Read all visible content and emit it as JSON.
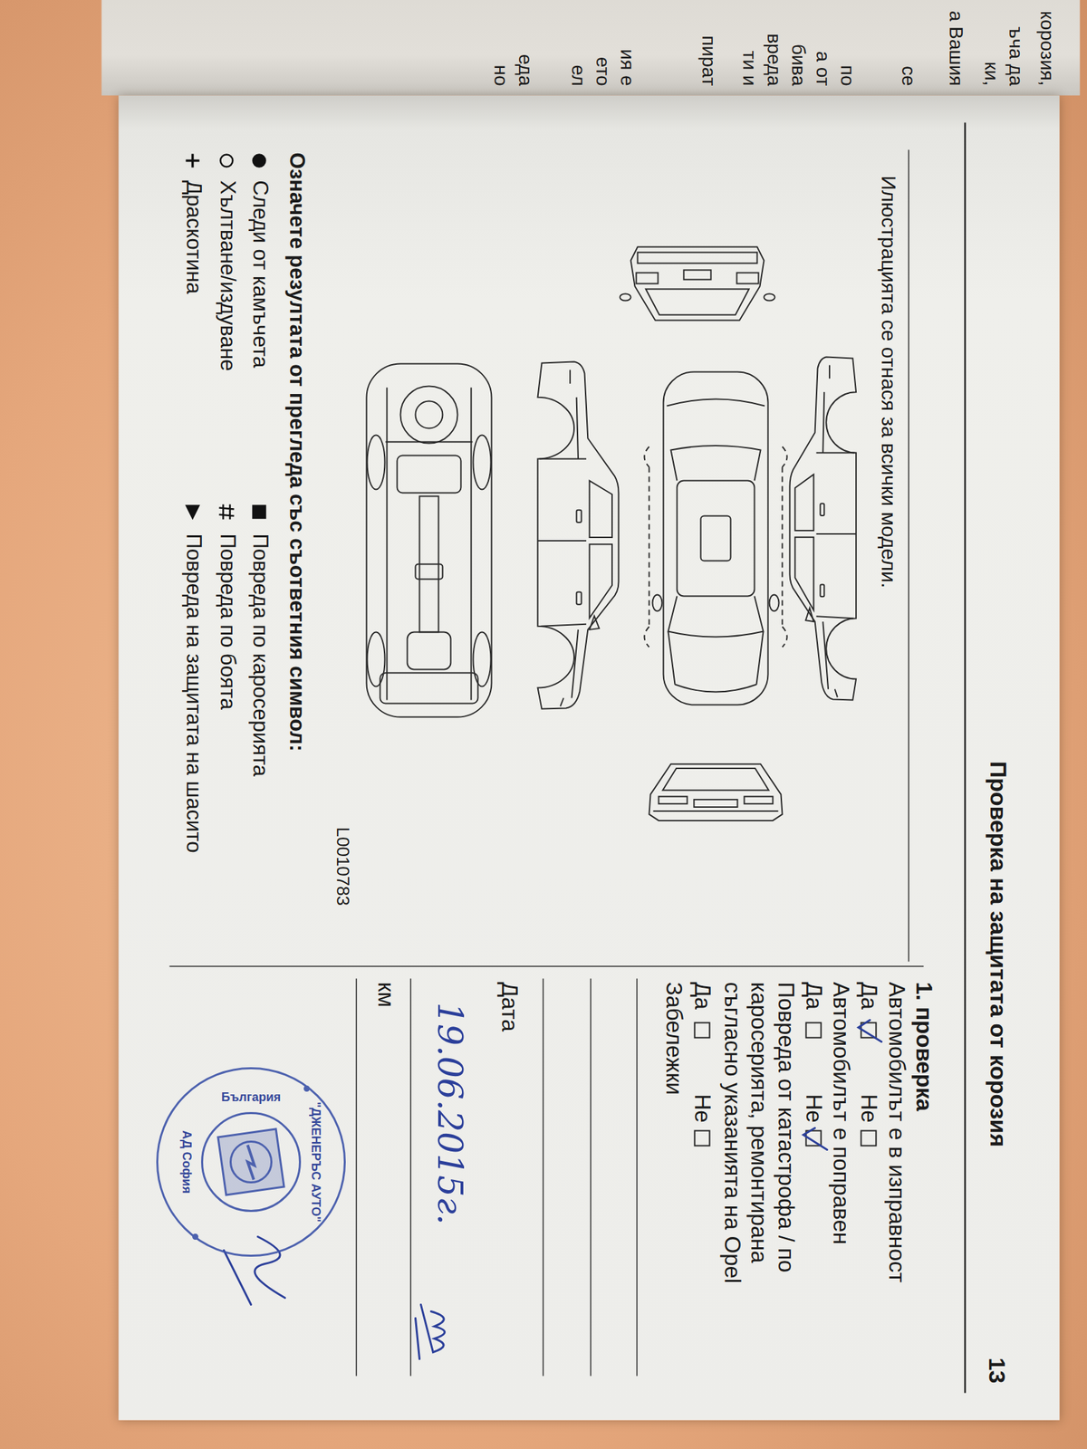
{
  "diagram": {
    "title": "Проверка на защитата от корозия",
    "labels": [
      "13",
      "Илюстрацията се отнася за всички модели.",
      "L0010783",
      "Означете резултата от прегледа със съответния символ:",
      "1. проверка",
      "Автомобилът е в изправност",
      "Да",
      "Не",
      "Автомобилът е поправен",
      "Да",
      "Не",
      "Повреда от катастрофа / по каросерията, ремонтирана съгласно указанията на Opel",
      "Да",
      "Не",
      "Забележки",
      "Дата",
      "19.06.2015г.",
      "км",
      "\"ДЖЕНЕРЪС АУТО\"",
      "АД София",
      "България",
      "корозия,",
      "ъча да",
      "ки,",
      "а Вашия",
      "се",
      "по",
      "а от",
      "бива",
      "вреда",
      "ти и",
      "пират",
      "ия е",
      "ето",
      "ел",
      "еда",
      "но"
    ],
    "legend": [
      {
        "text": "Следи от камъчета"
      },
      {
        "text": "Хълтване/издуване"
      },
      {
        "text": "Драскотина"
      },
      {
        "text": "Повреда по каросерията"
      },
      {
        "text": "Повреда по боята"
      },
      {
        "text": "Повреда на защитата на шасито"
      }
    ]
  }
}
